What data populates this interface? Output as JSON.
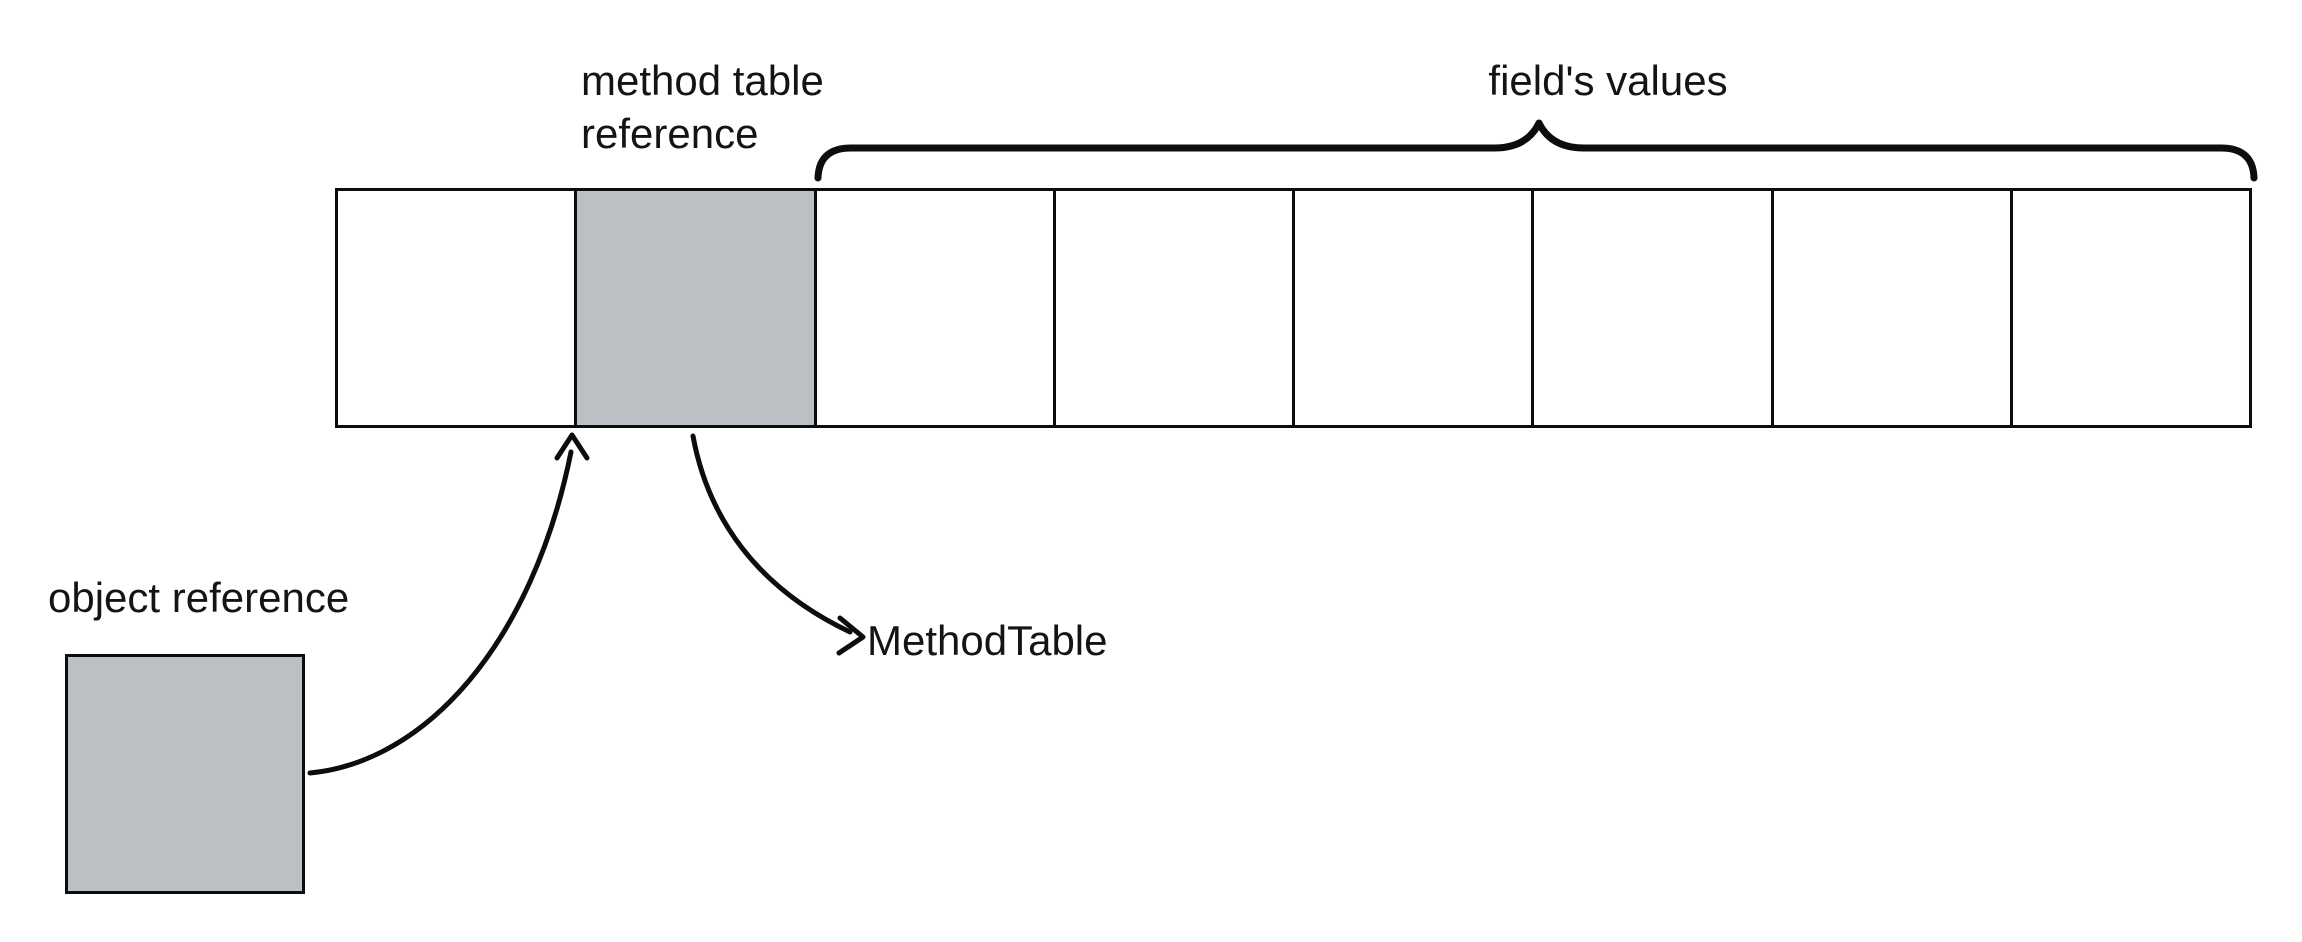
{
  "diagram": {
    "title_hint": "object memory layout",
    "labels": {
      "method_table_reference": "method table\nreference",
      "fields_values": "field's values",
      "object_reference": "object reference",
      "method_table_target": "MethodTable"
    },
    "memory_row": {
      "cell_count": 8,
      "highlighted_cell_index": 1,
      "cells": [
        {
          "role": "header-slot"
        },
        {
          "role": "method-table-reference-slot"
        },
        {
          "role": "field-value-slot"
        },
        {
          "role": "field-value-slot"
        },
        {
          "role": "field-value-slot"
        },
        {
          "role": "field-value-slot"
        },
        {
          "role": "field-value-slot"
        },
        {
          "role": "field-value-slot"
        }
      ]
    },
    "colors": {
      "background": "#ffffff",
      "line": "#0d0d0d",
      "text": "#141414",
      "highlight_fill": "#bcbfc4"
    }
  }
}
